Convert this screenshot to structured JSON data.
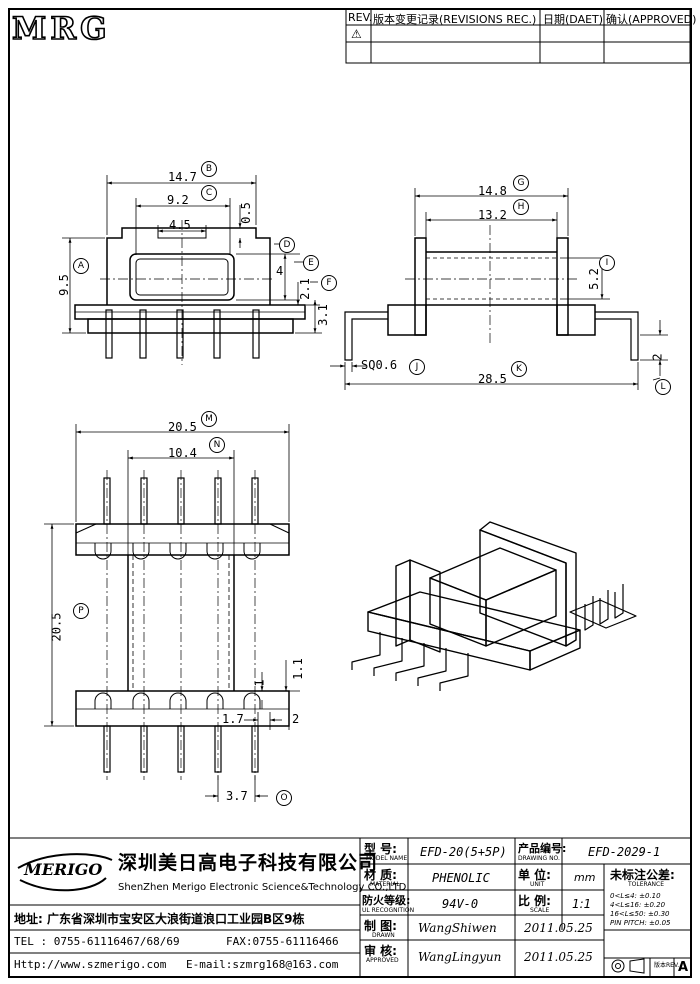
{
  "header": {
    "logo_text": "MRG",
    "rev_label": "REV.",
    "revisions_label": "版本变更记录(REVISIONS REC.)",
    "date_label": "日期(DAET)",
    "approved_label": "确认(APPROVED)",
    "warning_glyph": "⚠"
  },
  "views": {
    "front": {
      "dims": {
        "b": "14.7",
        "c": "9.2",
        "c_in": "4.5",
        "c_top": "0.5",
        "a": "9.5",
        "e": "4",
        "f": "2.1",
        "f2": "3.1"
      }
    },
    "side": {
      "dims": {
        "g": "14.8",
        "h": "13.2",
        "i": "5.2",
        "l": "2",
        "j": "SQ0.6",
        "k": "28.5"
      }
    },
    "bottom": {
      "dims": {
        "m": "20.5",
        "n": "10.4",
        "p": "20.5",
        "p1": "1",
        "p2": "1.1",
        "d17": "1.7",
        "d2": "2",
        "o": "3.7"
      }
    },
    "callouts": [
      "B",
      "C",
      "D",
      "E",
      "F",
      "A",
      "G",
      "H",
      "I",
      "J",
      "K",
      "L",
      "M",
      "N",
      "P",
      "O"
    ]
  },
  "title_block": {
    "company_cn": "深圳美日高电子科技有限公司",
    "company_en": "ShenZhen Merigo Electronic Science&Technology CO.,LTD",
    "brand": "MERIGO",
    "address": "地址: 广东省深圳市宝安区大浪街道浪口工业园B区9栋",
    "tel": "TEL : 0755-61116467/68/69",
    "fax": "FAX:0755-61116466",
    "web": "Http://www.szmerigo.com",
    "email": "E-mail:szmrg168@163.com",
    "model_label": "型 号:",
    "model_sub": "MODEL NAME",
    "model_value": "EFD-20(5+5P)",
    "drawing_label": "产品编号:",
    "drawing_sub": "DRAWING NO.",
    "drawing_value": "EFD-2029-1",
    "material_label": "材 质:",
    "material_sub": "MATERIAL",
    "material_value": "PHENOLIC",
    "unit_label": "单 位:",
    "unit_sub": "UNIT",
    "unit_value": "mm",
    "tol_label": "未标注公差:",
    "tol_sub": "TOLERANCE",
    "tol_rows": [
      "0<L≤4: ±0.10",
      "4<L≤16: ±0.20",
      "16<L≤50: ±0.30",
      "PIN PITCH: ±0.05"
    ],
    "fire_label": "防火等级:",
    "fire_sub": "UL RECOGNITION",
    "fire_value": "94V-0",
    "scale_label": "比 例:",
    "scale_sub": "SCALE",
    "scale_value": "1:1",
    "drawn_label": "制 图:",
    "drawn_sub": "DRAWN",
    "drawn_value": "WangShiwen",
    "drawn_date": "2011.05.25",
    "approved_label": "审 核:",
    "approved_sub": "APPROVED",
    "approved_value": "WangLingyun",
    "approved_date": "2011.05.25",
    "version_label": "版本REV.",
    "version_value": "A"
  }
}
